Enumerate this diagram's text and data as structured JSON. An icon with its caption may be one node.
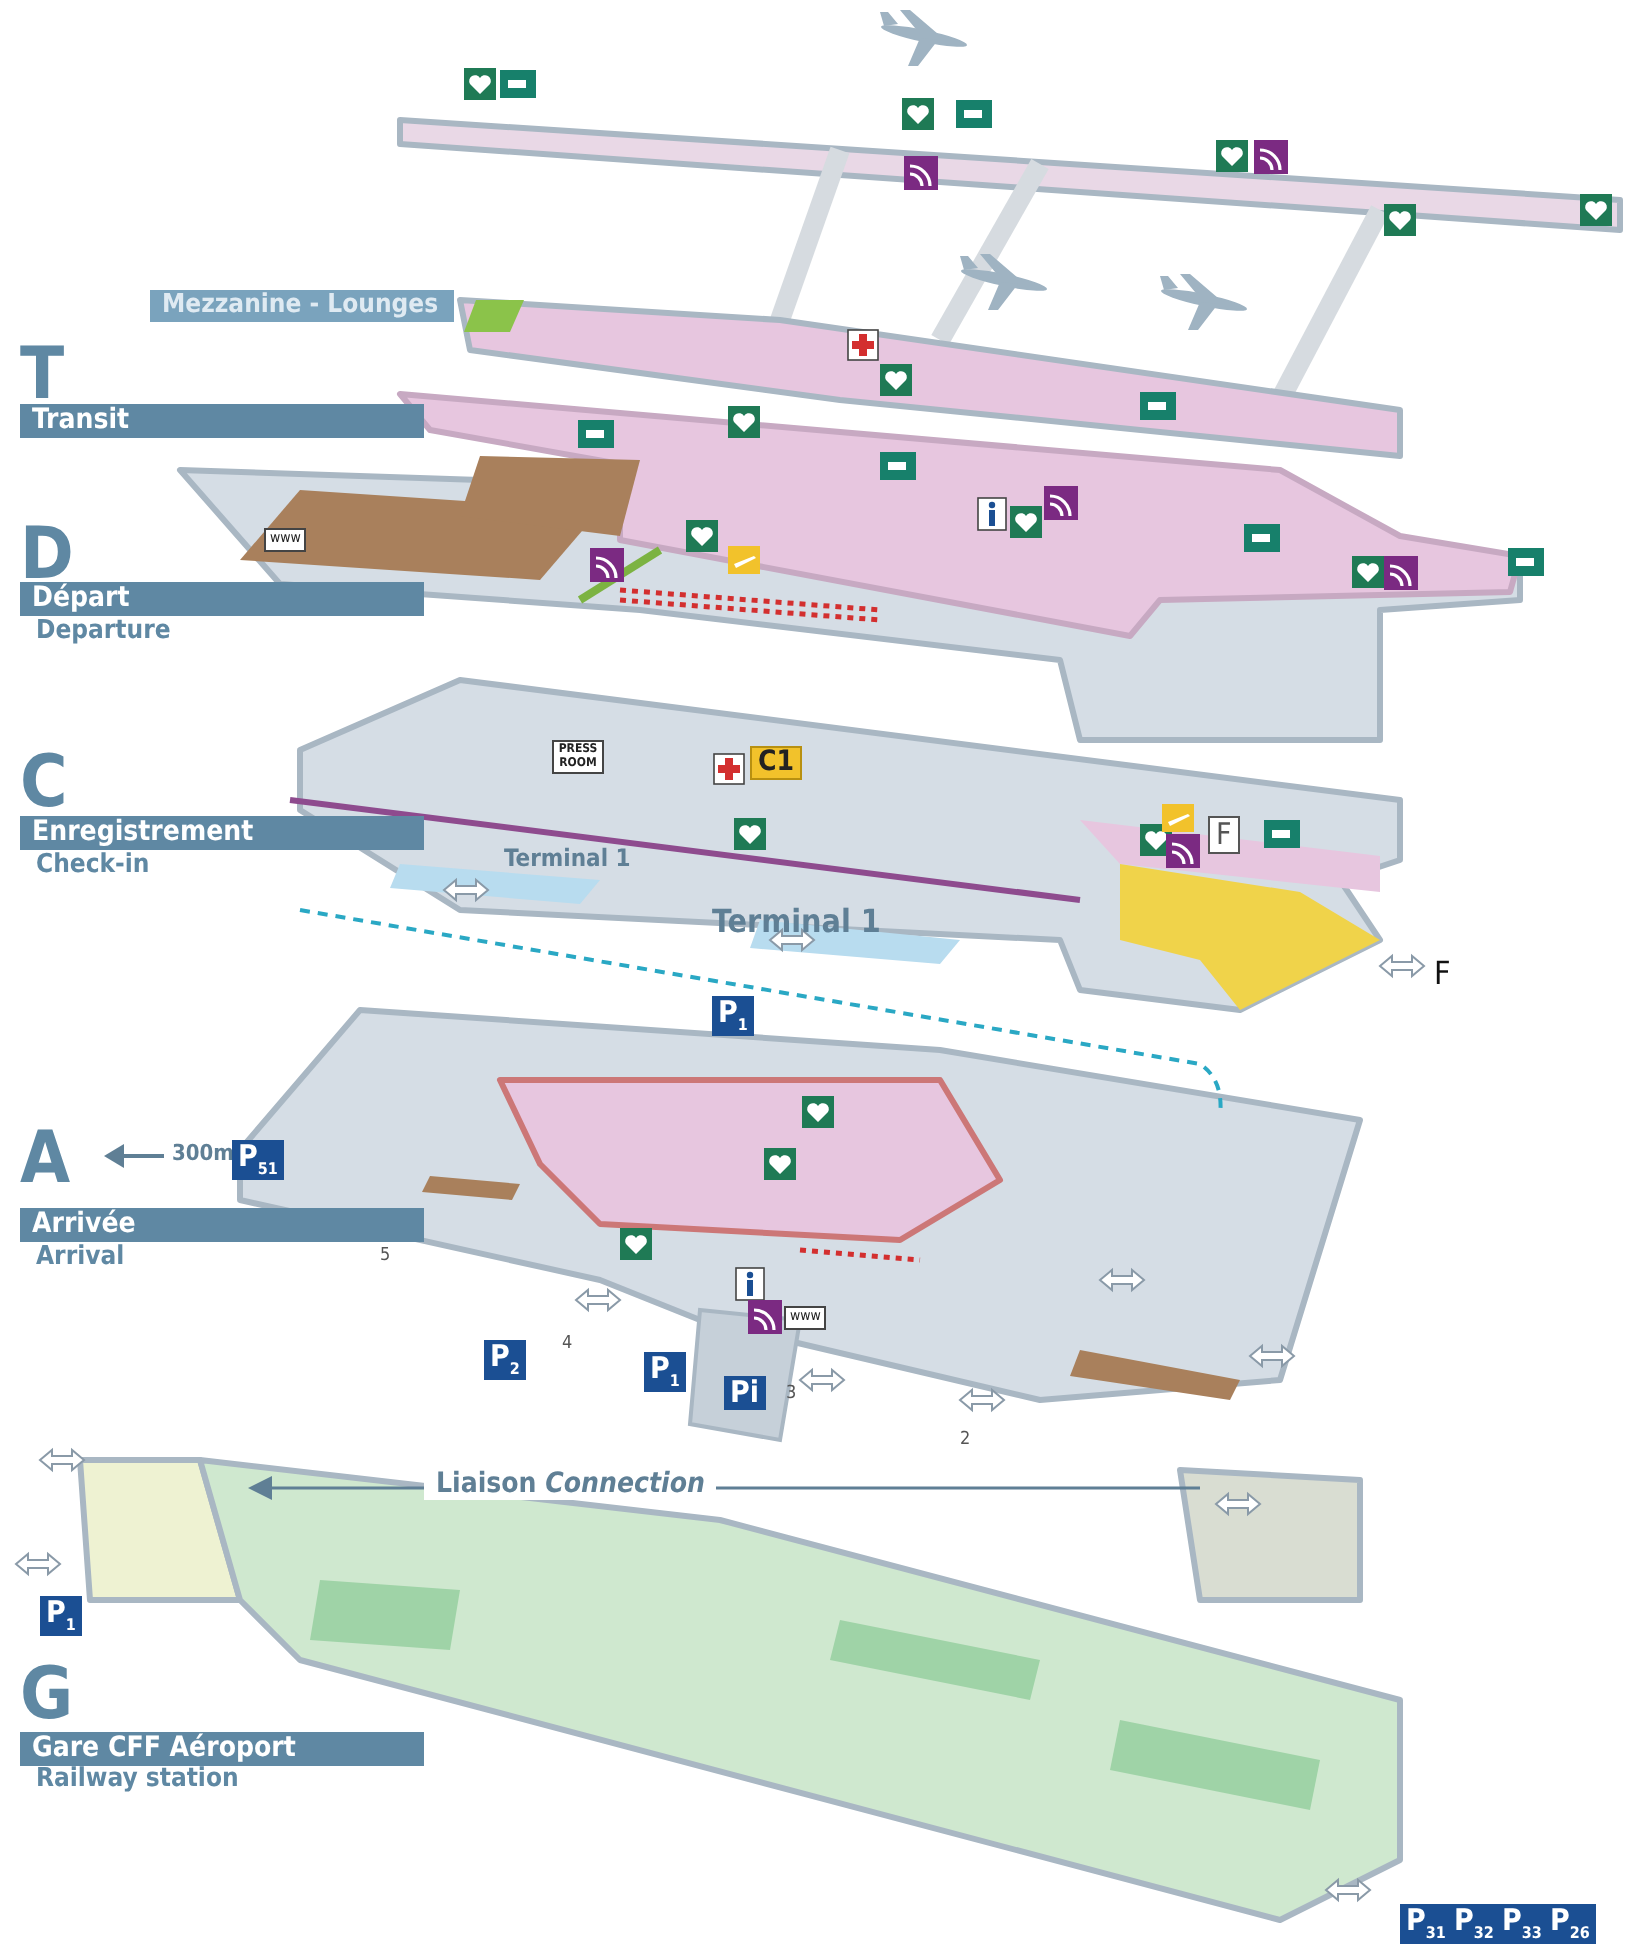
{
  "diagram": {
    "labels": [
      "Mezzanine - Lounges",
      "T",
      "Transit",
      "www",
      "D",
      "Départ",
      "Departure",
      "PRESS ROOM",
      "C1",
      "C",
      "Enregistrement",
      "F",
      "Check-in",
      "Terminal 1",
      "Terminal 1",
      "F",
      "P$_{1}$",
      "A",
      "300m",
      "P$_{51}$",
      "Arrivée",
      "Arrival",
      "5",
      "www",
      "4",
      "P$_{2}$",
      "P$_{1}$",
      "Pi",
      "3",
      "2",
      "Liaison *Connection*",
      "P$_{1}$",
      "G",
      "Gare CFF Aéroport",
      "Railway station",
      "P$_{31}$",
      "P$_{32}$",
      "P$_{33}$",
      "P$_{26}$"
    ]
  }
}
